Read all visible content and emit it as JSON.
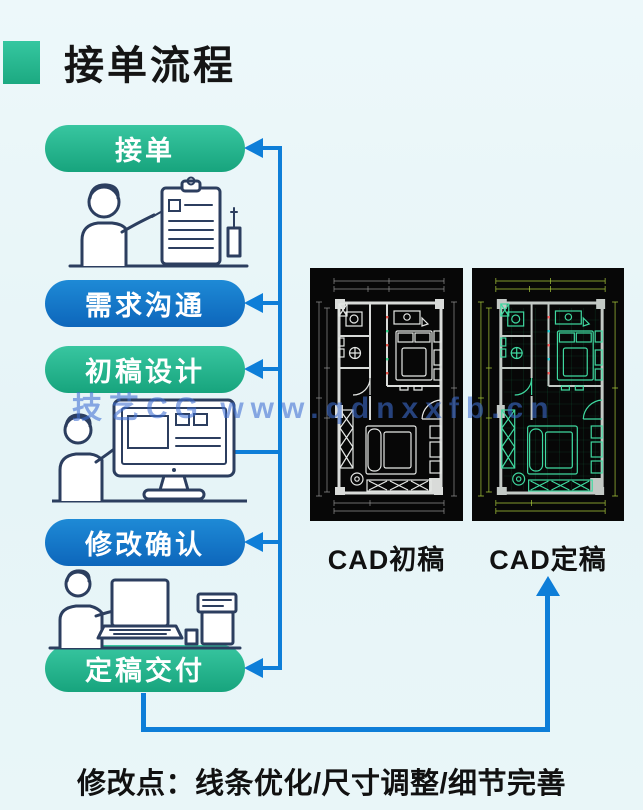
{
  "title": "接单流程",
  "steps": [
    {
      "label": "接单",
      "variant": "teal"
    },
    {
      "label": "需求沟通",
      "variant": "blue"
    },
    {
      "label": "初稿设计",
      "variant": "teal"
    },
    {
      "label": "修改确认",
      "variant": "blue"
    },
    {
      "label": "定稿交付",
      "variant": "teal"
    }
  ],
  "cad_images": [
    {
      "caption": "CAD初稿"
    },
    {
      "caption": "CAD定稿"
    }
  ],
  "watermark": "技艺CG  www.qdnxxfb.cn",
  "footer_note": "修改点：线条优化/尺寸调整/细节完善",
  "colors": {
    "teal": "#1ca981",
    "blue": "#0d66bb",
    "arrow": "#0e7ed8",
    "background": "#e6f4f7",
    "panel_background": "#070707",
    "cad_final_line": "#3fd9a0",
    "cad_dim_green": "#a9c93c"
  }
}
